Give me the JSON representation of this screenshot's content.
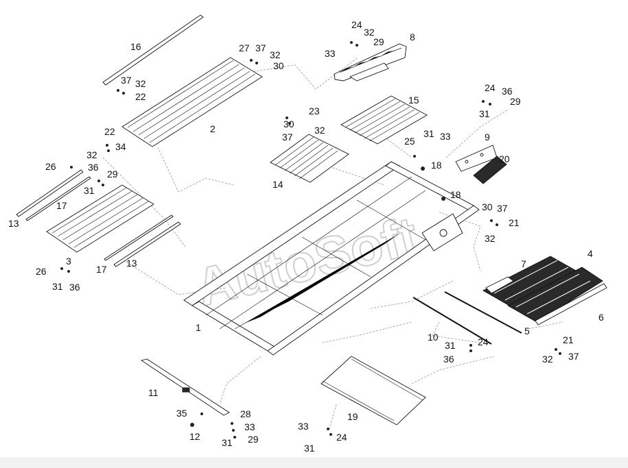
{
  "watermark": "AutoSoft",
  "colors": {
    "line": "#111111",
    "leader": "#777777",
    "watermark": "#cfcfcf",
    "background": "#ffffff"
  },
  "callouts": {
    "c16": "16",
    "c37a": "37",
    "c32a": "32",
    "c22a": "22",
    "c27": "27",
    "c37b": "37",
    "c32b": "32",
    "c30a": "30",
    "c2": "2",
    "c22b": "22",
    "c34": "34",
    "c32c": "32",
    "c24a": "24",
    "c32d": "32",
    "c29a": "29",
    "c8": "8",
    "c33a": "33",
    "c23": "23",
    "c30b": "30",
    "c32e": "32",
    "c37c": "37",
    "c14": "14",
    "c15": "15",
    "c24b": "24",
    "c36a": "36",
    "c29b": "29",
    "c31a": "31",
    "c31b": "31",
    "c33b": "33",
    "c25": "25",
    "c18a": "18",
    "c9": "9",
    "c20": "20",
    "c26a": "26",
    "c36b": "36",
    "c29c": "29",
    "c31c": "31",
    "c17a": "17",
    "c13a": "13",
    "c18b": "18",
    "c30c": "30",
    "c37d": "37",
    "c21a": "21",
    "c32f": "32",
    "c3": "3",
    "c26b": "26",
    "c31d": "31",
    "c36c": "36",
    "c17b": "17",
    "c13b": "13",
    "c1": "1",
    "c7": "7",
    "c4": "4",
    "c6": "6",
    "c10": "10",
    "c31e": "31",
    "c36d": "36",
    "c24c": "24",
    "c5": "5",
    "c21b": "21",
    "c32g": "32",
    "c37e": "37",
    "c11": "11",
    "c35": "35",
    "c12": "12",
    "c28": "28",
    "c33c": "33",
    "c31f": "31",
    "c29d": "29",
    "c19": "19",
    "c33d": "33",
    "c24d": "24",
    "c31g": "31"
  }
}
